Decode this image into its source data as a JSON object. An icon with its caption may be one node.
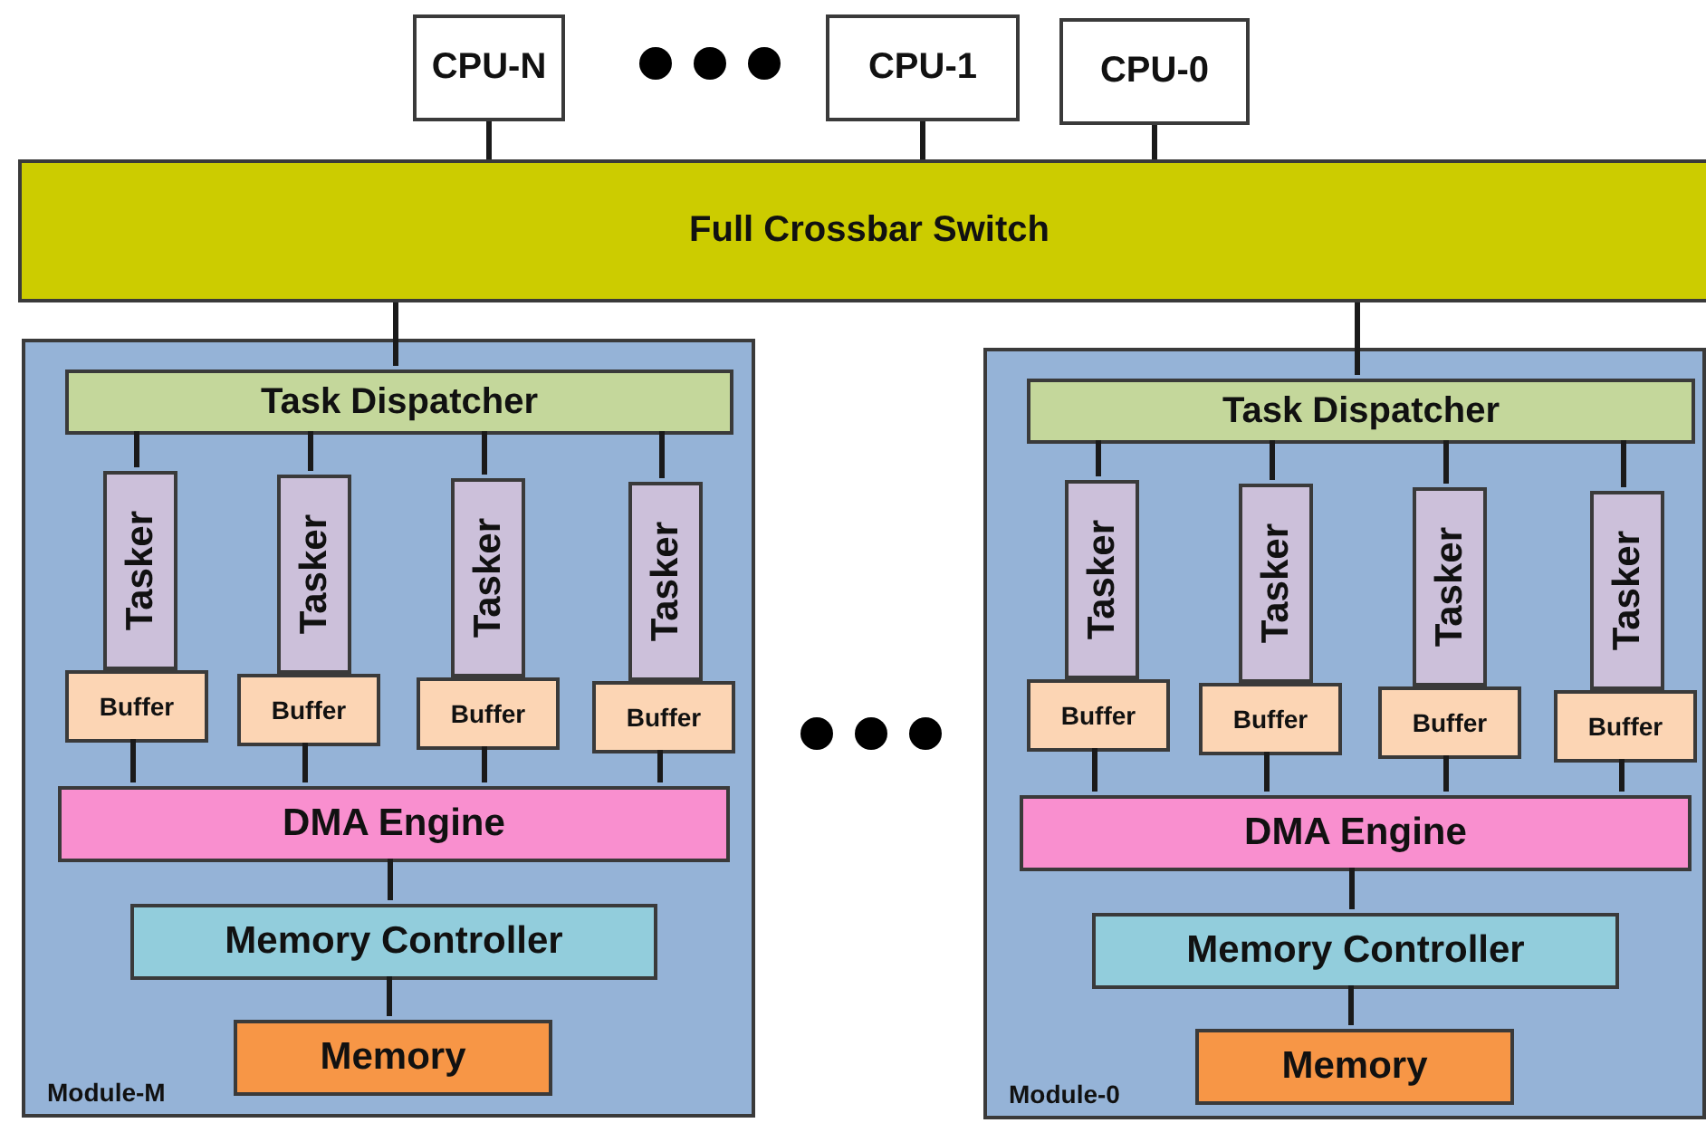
{
  "diagram": {
    "nodes": [
      {
        "text": [
          "CPU-N"
        ]
      },
      {
        "text": [
          "CPU-1"
        ]
      },
      {
        "text": [
          "CPU-0"
        ]
      },
      {
        "text": [
          "Full Crossbar Switch"
        ]
      },
      {
        "text": [
          "Module-M"
        ]
      },
      {
        "text": [
          "Task Dispatcher"
        ],
        "in": 4
      },
      {
        "text": [
          "Tasker"
        ],
        "in": 4
      },
      {
        "text": [
          "Tasker"
        ],
        "in": 4
      },
      {
        "text": [
          "Tasker"
        ],
        "in": 4
      },
      {
        "text": [
          "Tasker"
        ],
        "in": 4
      },
      {
        "text": [
          "Buffer"
        ],
        "in": 4
      },
      {
        "text": [
          "Buffer"
        ],
        "in": 4
      },
      {
        "text": [
          "Buffer"
        ],
        "in": 4
      },
      {
        "text": [
          "Buffer"
        ],
        "in": 4
      },
      {
        "text": [
          "DMA Engine"
        ],
        "in": 4
      },
      {
        "text": [
          "Memory Controller"
        ],
        "in": 4
      },
      {
        "text": [
          "Memory"
        ],
        "in": 4
      },
      {
        "text": [
          "Module-0"
        ]
      },
      {
        "text": [
          "Task Dispatcher"
        ],
        "in": 17
      },
      {
        "text": [
          "Tasker"
        ],
        "in": 17
      },
      {
        "text": [
          "Tasker"
        ],
        "in": 17
      },
      {
        "text": [
          "Tasker"
        ],
        "in": 17
      },
      {
        "text": [
          "Tasker"
        ],
        "in": 17
      },
      {
        "text": [
          "Buffer"
        ],
        "in": 17
      },
      {
        "text": [
          "Buffer"
        ],
        "in": 17
      },
      {
        "text": [
          "Buffer"
        ],
        "in": 17
      },
      {
        "text": [
          "Buffer"
        ],
        "in": 17
      },
      {
        "text": [
          "DMA Engine"
        ],
        "in": 17
      },
      {
        "text": [
          "Memory Controller"
        ],
        "in": 17
      },
      {
        "text": [
          "Memory"
        ],
        "in": 17
      }
    ],
    "edges": [
      {
        "from": 0,
        "to": 3,
        "arrow": "none"
      },
      {
        "from": 1,
        "to": 3,
        "arrow": "none"
      },
      {
        "from": 2,
        "to": 3,
        "arrow": "none"
      },
      {
        "from": 3,
        "to": 5,
        "arrow": "none"
      },
      {
        "from": 5,
        "to": 6,
        "arrow": "none"
      },
      {
        "from": 5,
        "to": 7,
        "arrow": "none"
      },
      {
        "from": 5,
        "to": 8,
        "arrow": "none"
      },
      {
        "from": 5,
        "to": 9,
        "arrow": "none"
      },
      {
        "from": 10,
        "to": 14,
        "arrow": "none"
      },
      {
        "from": 11,
        "to": 14,
        "arrow": "none"
      },
      {
        "from": 12,
        "to": 14,
        "arrow": "none"
      },
      {
        "from": 13,
        "to": 14,
        "arrow": "none"
      },
      {
        "from": 14,
        "to": 15,
        "arrow": "none"
      },
      {
        "from": 15,
        "to": 16,
        "arrow": "none"
      },
      {
        "from": 3,
        "to": 18,
        "arrow": "none"
      },
      {
        "from": 18,
        "to": 19,
        "arrow": "none"
      },
      {
        "from": 18,
        "to": 20,
        "arrow": "none"
      },
      {
        "from": 18,
        "to": 21,
        "arrow": "none"
      },
      {
        "from": 18,
        "to": 22,
        "arrow": "none"
      },
      {
        "from": 23,
        "to": 27,
        "arrow": "none"
      },
      {
        "from": 24,
        "to": 27,
        "arrow": "none"
      },
      {
        "from": 25,
        "to": 27,
        "arrow": "none"
      },
      {
        "from": 26,
        "to": 27,
        "arrow": "none"
      },
      {
        "from": 27,
        "to": 28,
        "arrow": "none"
      },
      {
        "from": 28,
        "to": 29,
        "arrow": "none"
      }
    ]
  }
}
